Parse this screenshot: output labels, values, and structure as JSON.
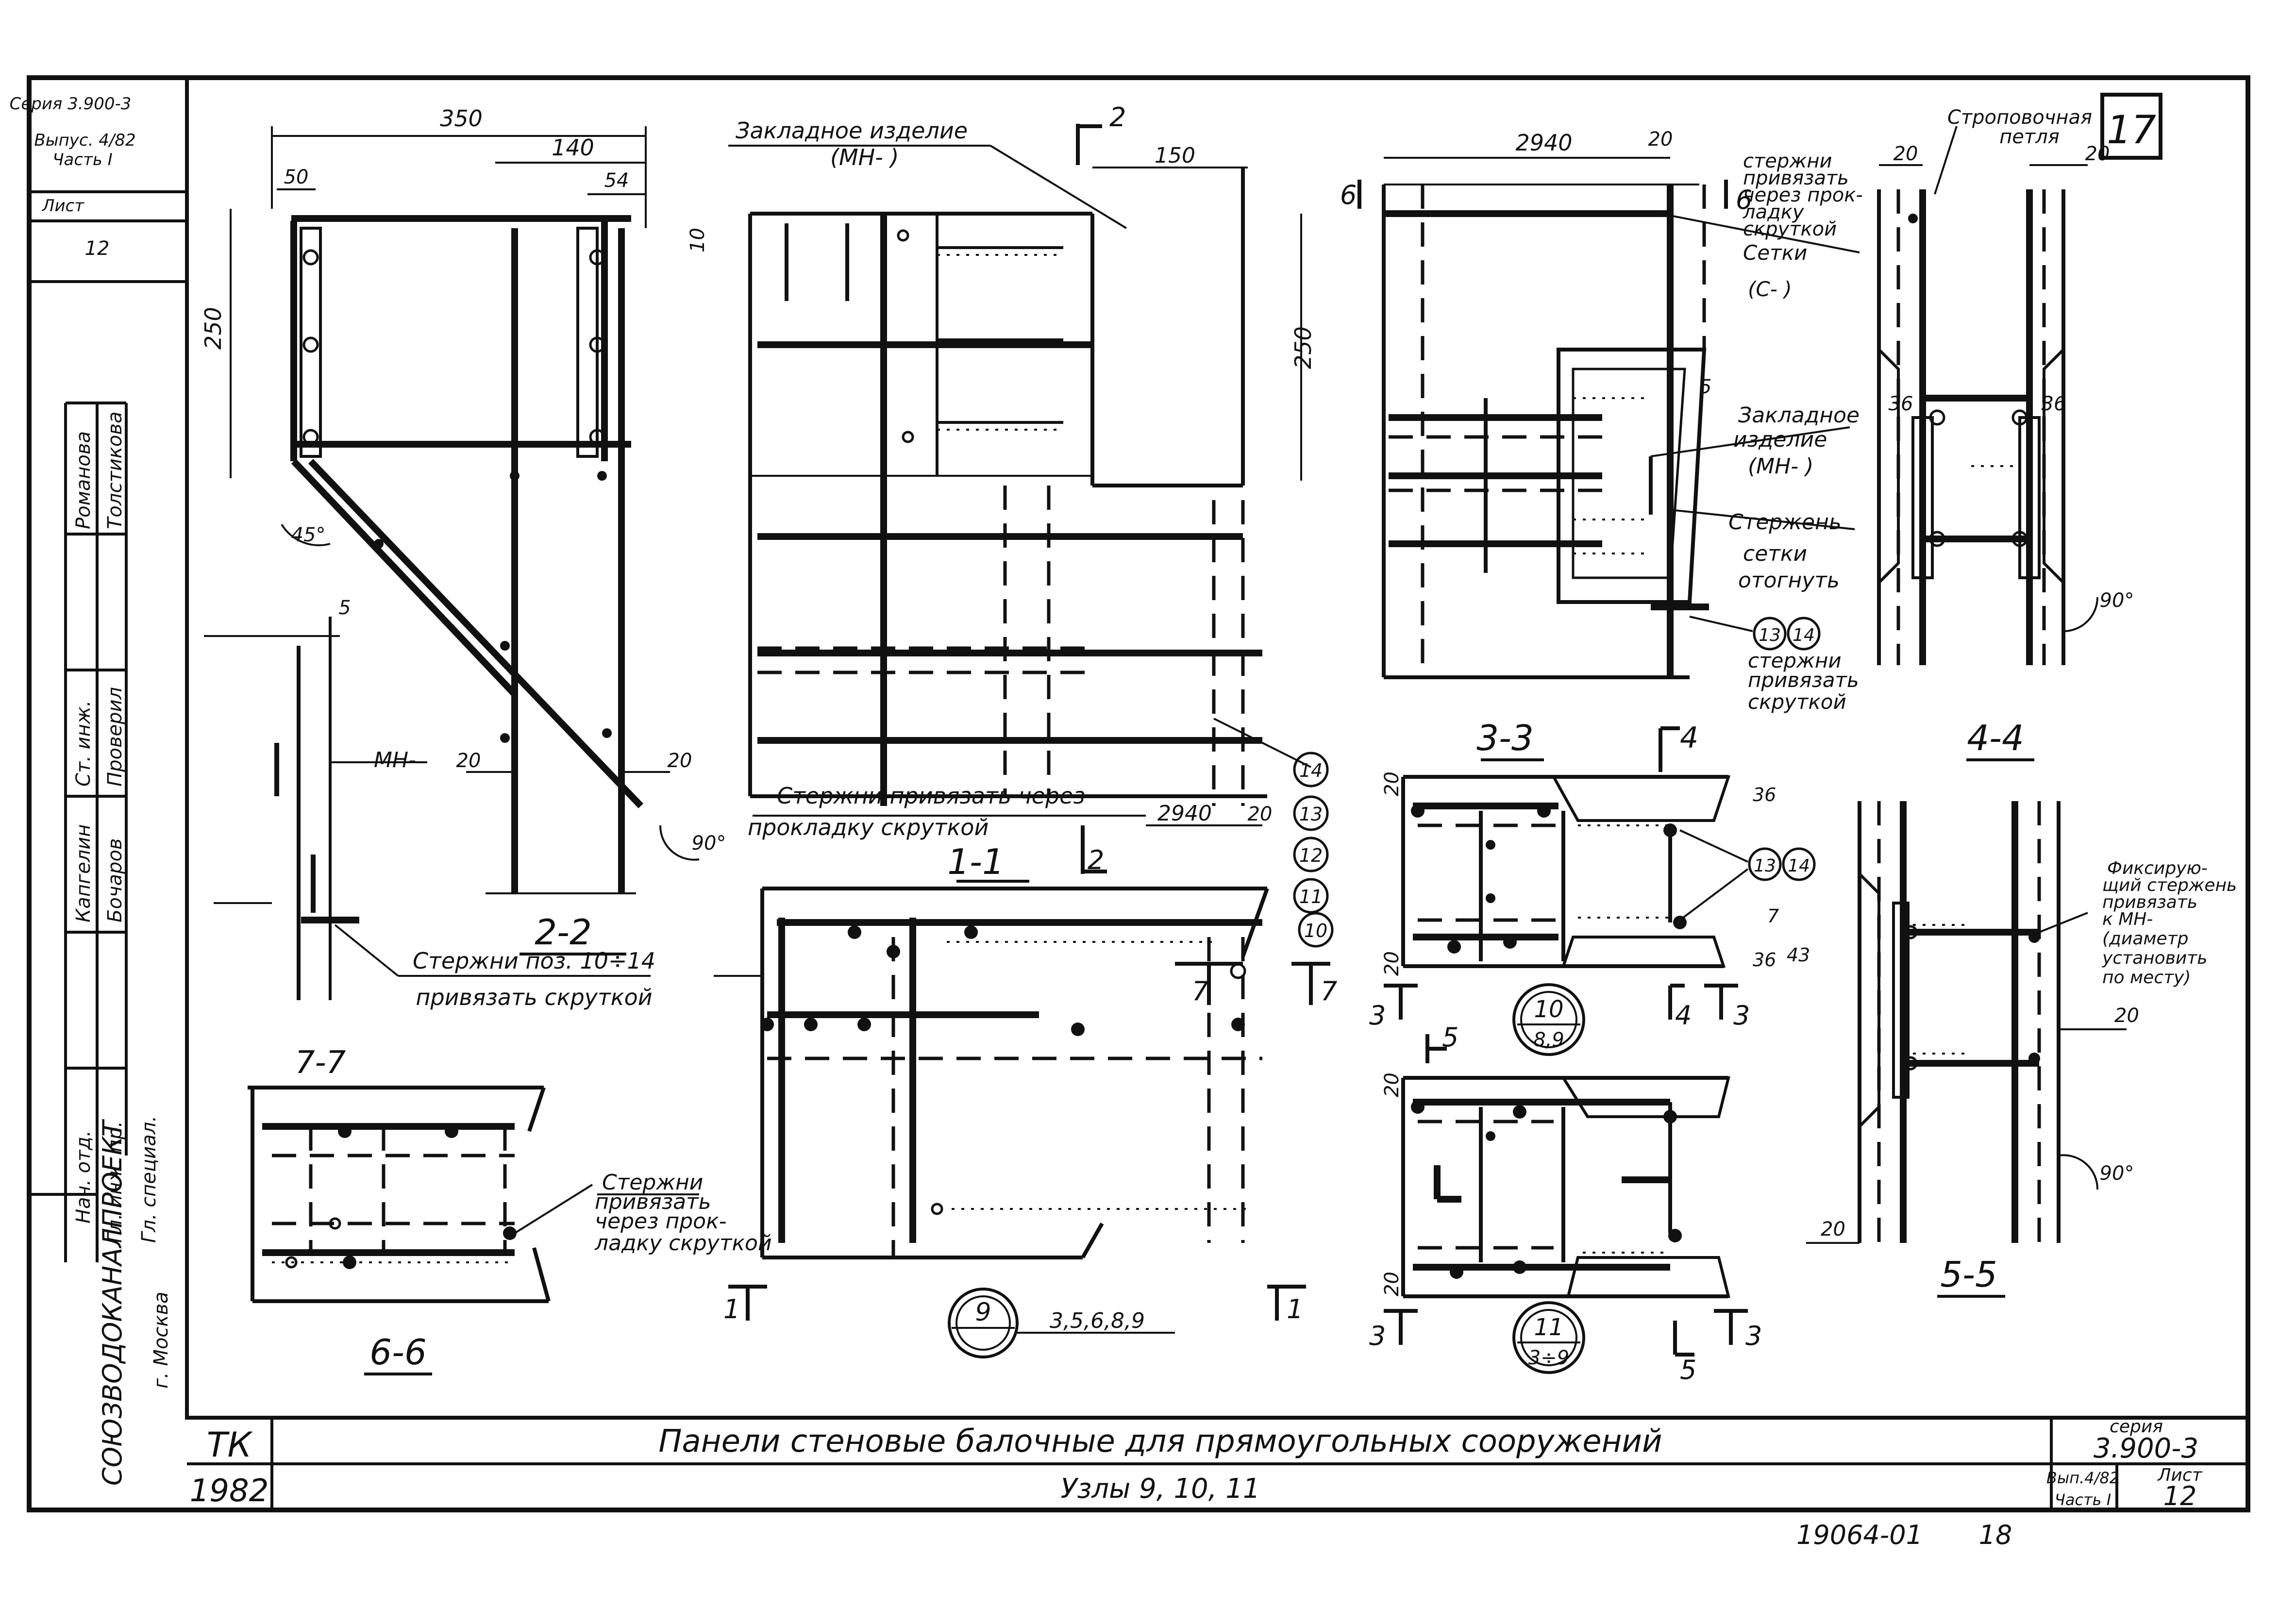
{
  "sheet_number": "17",
  "side_stamp": {
    "series": "Серия 3.900-3",
    "issue": "Выпус. 4/82",
    "part": "Часть I",
    "sheet_label": "Лист",
    "sheet_value": "12"
  },
  "signatures": {
    "roles": [
      "Нач. отд.",
      "Гл. инж. пр.",
      "Гл. специал.",
      "Ст. инж.",
      "Проверил",
      "Капгелин",
      "Бочаров",
      "Романова",
      "Толстикова"
    ],
    "organization": "СОЮЗВОДОКАНАЛПРОЕКТ",
    "city": "г. Москва"
  },
  "title_block": {
    "org_code": "ТК",
    "year": "1982",
    "title": "Панели стеновые балочные для прямоугольных сооружений",
    "subtitle": "Узлы 9, 10, 11",
    "series_label": "серия",
    "series_value": "3.900-3",
    "issue": "Вып.4/82",
    "part": "Часть I",
    "sheet_label": "Лист",
    "sheet_value": "12",
    "doc_number": "19064-01",
    "page": "18"
  },
  "views": {
    "v22": {
      "label": "2-2",
      "dims": {
        "total": "350",
        "right": "140",
        "left": "50",
        "small": "54",
        "top": "10",
        "height": "250",
        "bot_left": "20",
        "bot_right": "20",
        "angle1": "45°",
        "angle2": "90°"
      },
      "detail_num": "5",
      "mark": "МН-",
      "note_line1": "Стержни поз. 10÷14",
      "note_line2": "привязать скруткой"
    },
    "v11": {
      "label": "1-1",
      "embedded_line1": "Закладное изделие",
      "embedded_line2": "(МН- )",
      "cut_mark": "2",
      "dims": {
        "w": "150",
        "h": "250",
        "total": "2940",
        "edge": "20"
      },
      "note_line1": "Стержни привязать через",
      "note_line2": "прокладку скруткой",
      "callouts": [
        "14",
        "13",
        "12",
        "11",
        "10"
      ]
    },
    "v33": {
      "label": "3-3",
      "dims": {
        "total": "2940",
        "edge": "20",
        "small": "5"
      },
      "cut_mark": "6",
      "note_a": [
        "стержни",
        "привязать",
        "через прок-",
        "ладку",
        "скруткой",
        "Сетки",
        "(С- )"
      ],
      "embedded": [
        "Закладное",
        "изделие",
        "(МН- )"
      ],
      "rod": [
        "Стержень",
        "сетки",
        "отогнуть"
      ],
      "callouts": [
        "13",
        "14"
      ],
      "note_b": [
        "стержни",
        "привязать",
        "скруткой"
      ]
    },
    "v44": {
      "label": "4-4",
      "loop_line1": "Строповочная",
      "loop_line2": "петля",
      "dims": {
        "e1": "20",
        "e2": "20",
        "s1": "36",
        "s2": "36",
        "angle": "90°"
      }
    },
    "node10": {
      "cut_mark": "4",
      "dims": {
        "a": "20",
        "b": "36",
        "c": "7",
        "d": "36",
        "e": "43",
        "f": "20"
      },
      "callouts": [
        "13",
        "14"
      ],
      "node_label": "10",
      "node_sub": "8,9",
      "section_marks": [
        "3",
        "4",
        "3"
      ]
    },
    "node11": {
      "cut_mark": "5",
      "dims": {
        "a": "20",
        "b": "20"
      },
      "node_label": "11",
      "node_sub": "3÷9",
      "section_marks": [
        "3",
        "5",
        "3"
      ]
    },
    "node9": {
      "node_label": "9",
      "node_sub": "3,5,6,8,9",
      "section_marks": [
        "1",
        "1",
        "7",
        "7"
      ]
    },
    "v55": {
      "label": "5-5",
      "fix_note": [
        "Фиксирую-",
        "щий стержень",
        "привязать",
        "к МН-",
        "(диаметр",
        "установить",
        "по месту)"
      ],
      "dims": {
        "e1": "20",
        "e2": "20",
        "angle": "90°"
      }
    },
    "v77": {
      "label": "7-7",
      "note": [
        "Стержни",
        "привязать",
        "через прок-",
        "ладку скруткой"
      ]
    },
    "v66": {
      "label": "6-6"
    }
  }
}
